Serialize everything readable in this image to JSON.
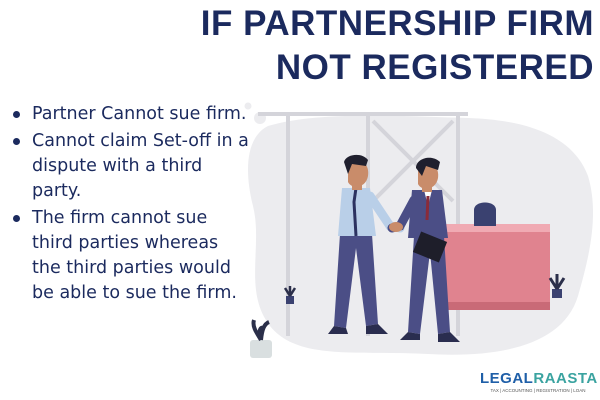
{
  "title": {
    "line1": "IF PARTNERSHIP FIRM",
    "line2": "NOT REGISTERED"
  },
  "bullets": [
    "Partner Cannot sue firm.",
    "Cannot claim Set-off in a dispute with a third party.",
    "The firm cannot sue third parties whereas the third parties would be able to sue the firm."
  ],
  "logo": {
    "name_part1": "LEGAL",
    "name_part2": "RAASTA",
    "tagline": "TAX | ACCOUNTING | REGISTRATION | LOAN"
  },
  "colors": {
    "title": "#1b2a5e",
    "brand_blue": "#1f5fa8",
    "brand_teal": "#3aa3a0",
    "desk": "#e0838f"
  },
  "illustration": {
    "subject": "two businessmen shaking hands in an office"
  }
}
